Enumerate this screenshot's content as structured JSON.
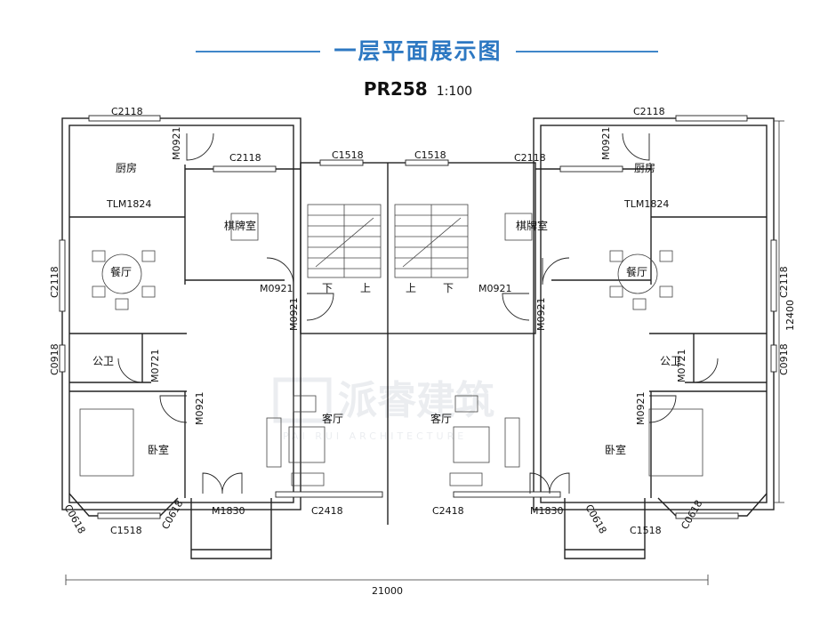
{
  "header": {
    "title": "一层平面展示图",
    "plan_code": "PR258",
    "scale": "1:100"
  },
  "watermark": {
    "brand": "派睿建筑",
    "brand_en": "PAI RUI ARCHITECTURE"
  },
  "rooms": {
    "kitchen": "厨房",
    "chess_room": "棋牌室",
    "dining": "餐厅",
    "public_wc": "公卫",
    "bedroom": "卧室",
    "living": "客厅",
    "stair_down": "下",
    "stair_up": "上"
  },
  "labels": {
    "c2118": "C2118",
    "c1518": "C1518",
    "c0918": "C0918",
    "c0618": "C0618",
    "c2418": "C2418",
    "tlm1824": "TLM1824",
    "m0921": "M0921",
    "m0721": "M0721",
    "m1830": "M1830"
  },
  "dimensions": {
    "total_width": "21000",
    "total_depth": "12400"
  },
  "colors": {
    "title_blue": "#2d78c2",
    "wall": "#222222",
    "watermark": "#c7cdd6"
  }
}
